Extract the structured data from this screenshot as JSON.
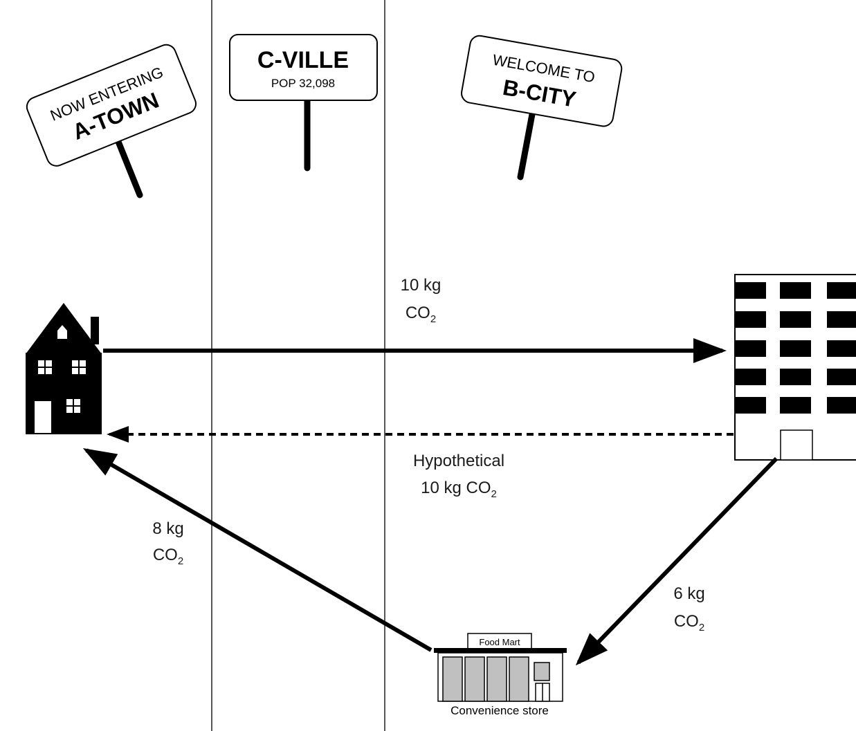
{
  "signs": {
    "a_town": {
      "line1": "NOW ENTERING",
      "line2": "A-TOWN"
    },
    "c_ville": {
      "line1": "C-VILLE",
      "line2": "POP 32,098"
    },
    "b_city": {
      "line1": "WELCOME TO",
      "line2": "B-CITY"
    }
  },
  "trips": {
    "to_office": {
      "amount": "10 kg",
      "unit": "CO",
      "subscript": "2"
    },
    "hypothetical": {
      "title": "Hypothetical",
      "amount": "10 kg CO",
      "subscript": "2"
    },
    "to_store": {
      "amount": "6 kg",
      "unit": "CO",
      "subscript": "2"
    },
    "to_home": {
      "amount": "8 kg",
      "unit": "CO",
      "subscript": "2"
    }
  },
  "store": {
    "sign": "Food Mart",
    "caption": "Convenience store"
  },
  "colors": {
    "ink": "#000000",
    "store_window": "#c0c0c0",
    "divider": "#555555"
  }
}
